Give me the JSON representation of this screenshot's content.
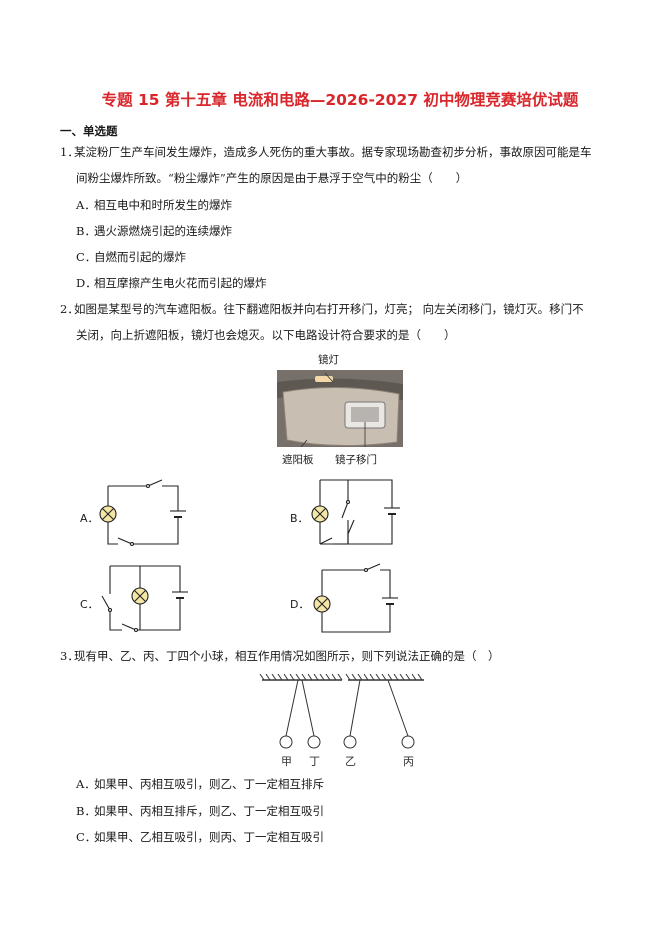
{
  "title": "专题 15 第十五章 电流和电路—2026-2027 初中物理竞赛培优试题",
  "section": "一、单选题",
  "q1": {
    "num": "1．",
    "line1": "某淀粉厂生产车间发生爆炸，造成多人死伤的重大事故。据专家现场勘查初步分析，事故原因可能是车",
    "line2": "间粉尘爆炸所致。“粉尘爆炸”产生的原因是由于悬浮于空气中的粉尘（　　）",
    "options": [
      {
        "letter": "A．",
        "text": "相互电中和时所发生的爆炸"
      },
      {
        "letter": "B．",
        "text": "遇火源燃烧引起的连续爆炸"
      },
      {
        "letter": "C．",
        "text": "自燃而引起的爆炸"
      },
      {
        "letter": "D．",
        "text": "相互摩擦产生电火花而引起的爆炸"
      }
    ]
  },
  "q2": {
    "num": "2．",
    "line1": "如图是某型号的汽车遮阳板。往下翻遮阳板并向右打开移门，灯亮；  向左关闭移门，镜灯灭。移门不",
    "line2": "关闭，向上折遮阳板，镜灯也会熄灭。以下电路设计符合要求的是（　　）",
    "photo_labels": {
      "lamp": "镜灯",
      "visor": "遮阳板",
      "door": "镜子移门"
    },
    "option_letters": [
      "A．",
      "B．",
      "C．",
      "D．"
    ]
  },
  "q3": {
    "num": "3．",
    "line1": "现有甲、乙、丙、丁四个小球，相互作用情况如图所示，则下列说法正确的是（　）",
    "balls": [
      "甲",
      "丁",
      "乙",
      "丙"
    ],
    "options": [
      {
        "letter": "A．",
        "text": "如果甲、丙相互吸引，则乙、丁一定相互排斥"
      },
      {
        "letter": "B．",
        "text": "如果甲、丙相互排斥，则乙、丁一定相互吸引"
      },
      {
        "letter": "C．",
        "text": "如果甲、乙相互吸引，则丙、丁一定相互吸引"
      }
    ]
  }
}
